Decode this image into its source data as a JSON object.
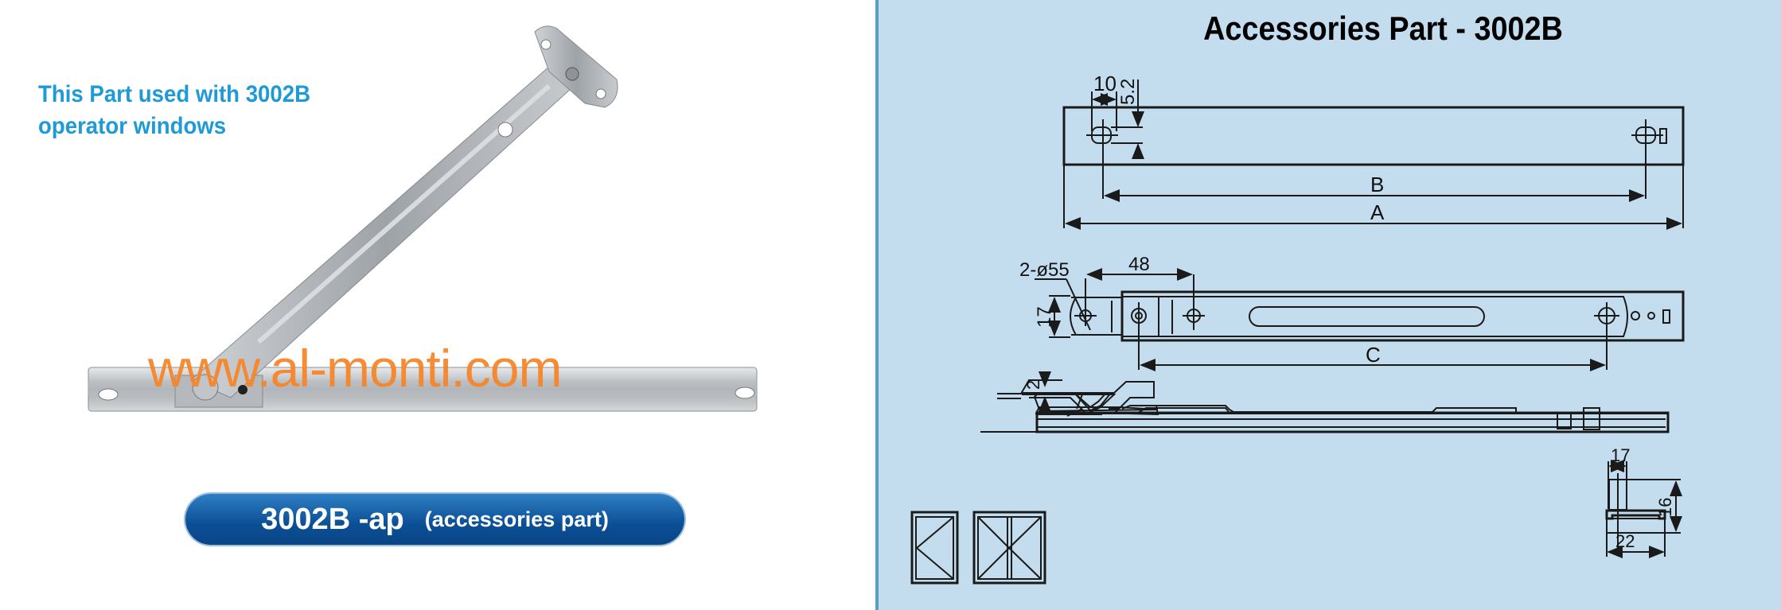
{
  "left_panel": {
    "note_line1": "This Part used with 3002B",
    "note_line2": "operator windows",
    "watermark": "www.al-monti.com",
    "product_code": "3002B -ap",
    "product_desc": "(accessories part)"
  },
  "right_panel": {
    "title": "Accessories Part - 3002B",
    "top_view": {
      "dim_slot_width": "10",
      "dim_slot_height": "5.2",
      "dim_b": "B",
      "dim_a": "A"
    },
    "plan_view": {
      "dim_holes": "2-ø55",
      "dim_spacing": "48",
      "dim_width": "17",
      "dim_c": "C"
    },
    "side_view": {
      "dim_thickness": "2"
    },
    "section_view": {
      "dim_top": "17",
      "dim_height": "16",
      "dim_bottom": "22"
    }
  },
  "colors": {
    "note": "#1e9ad6",
    "watermark": "#f7862a",
    "pill": "#0b4f95",
    "drawing_bg": "#c3ddef"
  }
}
